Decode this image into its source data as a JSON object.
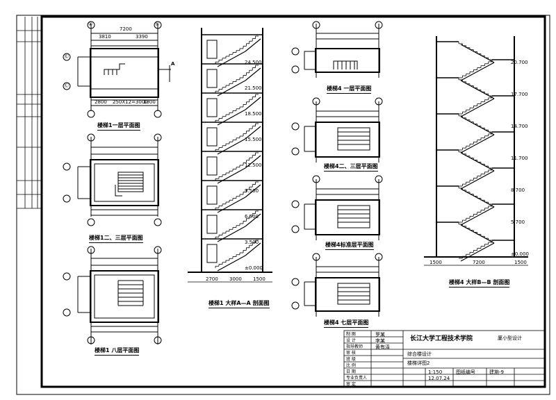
{
  "drawing": {
    "titles": {
      "plan_1f": "楼梯1一层平面图",
      "plan_2_3f": "楼梯1二、三层平面图",
      "plan_8f": "楼梯1 八层平面图",
      "section_1": "楼梯1 大样A—A 剖面图",
      "plan4_1f": "楼梯4 一层平面图",
      "plan4_2_3f": "楼梯4二、三层平面图",
      "plan4_std": "楼梯4标准层平面图",
      "plan4_7f": "楼梯4 七层平面图",
      "section_4": "楼梯4 大样B—B 剖面图"
    },
    "plan_dims": {
      "total": "7200",
      "a_top": "3810",
      "a_top2": "3390",
      "b_bottom": "2800",
      "b_bottom2": "250X12=3000",
      "b_bottom3": "1800"
    },
    "axes": {
      "axis_4": "④",
      "axis_5": "⑤",
      "axis_e": "Ⓔ",
      "axis_c": "Ⓒ"
    },
    "section_marker": "A",
    "elevations_s1": [
      "24.500",
      "21.500",
      "18.500",
      "15.500",
      "12.500",
      "9.500",
      "6.500",
      "3.500",
      "±0.000"
    ],
    "elevations_s4": [
      "20.700",
      "17.700",
      "14.700",
      "11.700",
      "8.700",
      "5.700",
      "±0.000"
    ],
    "section_bottom_dims_s1": [
      "2700",
      "3000",
      "1500"
    ],
    "section_bottom_dims_s4": [
      "1500",
      "7200",
      "1500"
    ]
  },
  "title_block": {
    "school": "长江大学工程技术学院",
    "subtitle": "厦小型设计",
    "rows_left": [
      "制 图",
      "设 计",
      "指导教师",
      "审 核",
      "班 级",
      "比 例",
      "日 期",
      "专业负责人",
      "审 定"
    ],
    "names": [
      "罗某",
      "李某",
      "黄有泽"
    ],
    "project": "综合楼设计",
    "sheet_name": "楼梯详图2",
    "scale_value": "1:150",
    "date_value": "12.07.24",
    "sheet_label": "图纸编号",
    "sheet_num": "建施-9"
  }
}
